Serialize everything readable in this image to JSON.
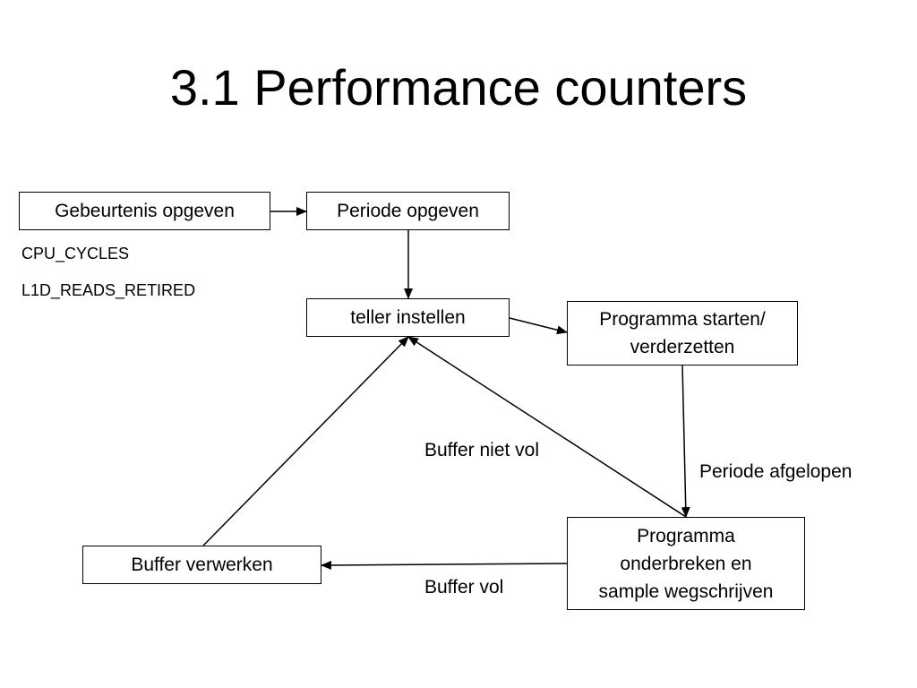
{
  "slide": {
    "title": "3.1 Performance counters"
  },
  "boxes": {
    "event": "Gebeurtenis opgeven",
    "period": "Periode opgeven",
    "counter": "teller instellen",
    "program": "Programma starten/\nverderzetten",
    "interrupt": "Programma\nonderbreken en\nsample wegschrijven",
    "buffer": "Buffer verwerken"
  },
  "events": {
    "cycles": "CPU_CYCLES",
    "reads": "L1D_READS_RETIRED"
  },
  "edge_labels": {
    "not_full": "Buffer niet vol",
    "elapsed": "Periode afgelopen",
    "full": "Buffer vol"
  }
}
